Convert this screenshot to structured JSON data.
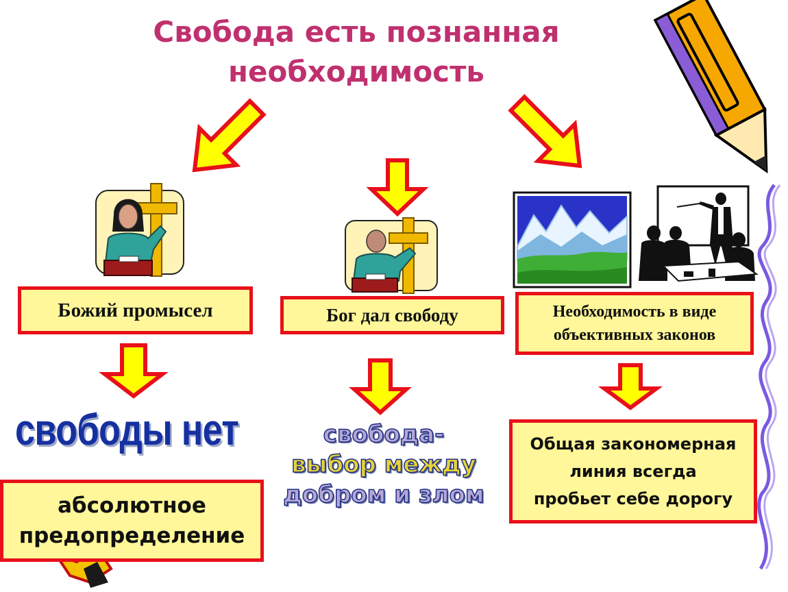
{
  "title": {
    "line1": "Свобода есть познанная",
    "line2": "необходимость"
  },
  "branches": {
    "left": {
      "label": "Божий промысел",
      "result": "свободы нет",
      "note_line1": "абсолютное",
      "note_line2": "предопределение"
    },
    "center": {
      "label": "Бог дал свободу",
      "result_line1": "свобода-",
      "result_line2": "выбор между",
      "result_line3": "добром и злом"
    },
    "right": {
      "label_line1": "Необходимость в виде",
      "label_line2": "объективных законов",
      "result_line1": "Общая закономерная",
      "result_line2": "линия всегда",
      "result_line3": "пробьет себе дорогу"
    }
  },
  "colors": {
    "title": "#c0306e",
    "arrow_fill": "#ffff00",
    "arrow_stroke": "#e8101a",
    "box_fill": "#fff799",
    "box_border": "#e8101a",
    "blue_text": "#1530a0",
    "lavender_text": "#b6a6d6",
    "yellow_text": "#e6d23a"
  },
  "icons": [
    "preacher-woman-icon",
    "preacher-man-icon",
    "mountains-icon",
    "lecture-icon",
    "pencil-icon"
  ]
}
